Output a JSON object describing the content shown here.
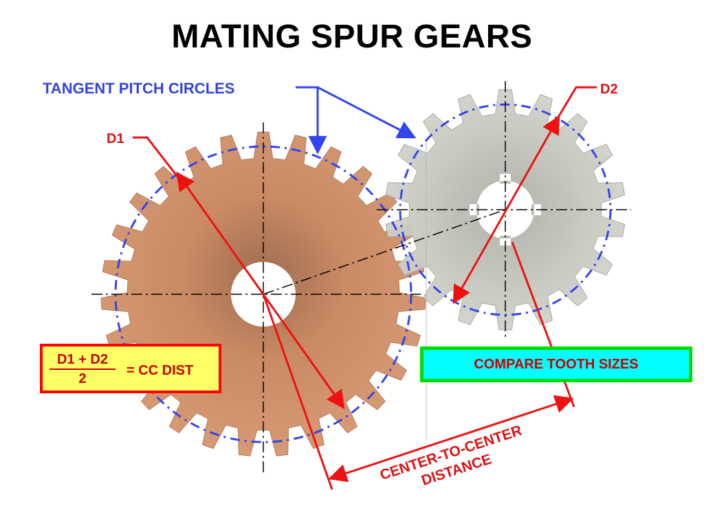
{
  "title": "MATING SPUR GEARS",
  "labels": {
    "tangent_pitch_circles": "TANGENT PITCH CIRCLES",
    "d1": "D1",
    "d2": "D2",
    "center_distance_line1": "CENTER-TO-CENTER",
    "center_distance_line2": "DISTANCE"
  },
  "formula": {
    "numerator": "D1 + D2",
    "denominator": "2",
    "result": "= CC DIST"
  },
  "compare_box": "COMPARE TOOTH SIZES",
  "colors": {
    "large_gear": "#c98a64",
    "small_gear": "#c7c8c1",
    "pitch_circle": "#3344ee",
    "annotation_red": "#ee1111",
    "label_blue": "#3344dd",
    "formula_box_fill": "#ffff66",
    "compare_box_fill": "#00ffff",
    "compare_box_border": "#00dd00"
  },
  "gears": {
    "large_gear_teeth": 27,
    "small_gear_teeth": 18
  }
}
